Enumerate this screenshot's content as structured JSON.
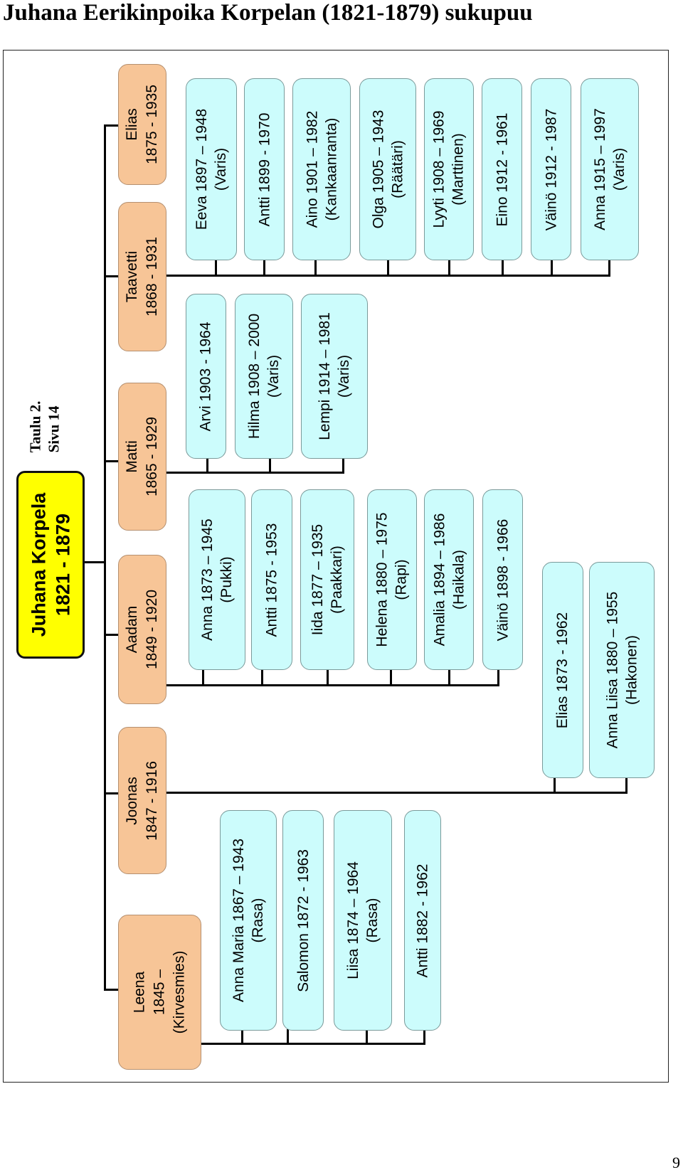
{
  "title": "Juhana Eerikinpoika Korpelan (1821-1879) sukupuu",
  "note": {
    "line1": "Taulu 2.",
    "line2": "Sivu 14"
  },
  "page_number": "9",
  "root": {
    "line1": "Juhana Korpela",
    "line2": "1821 - 1879"
  },
  "children": [
    {
      "line1": "Elias",
      "line2": "1875 - 1935"
    },
    {
      "line1": "Taavetti",
      "line2": "1868 - 1931"
    },
    {
      "line1": "Matti",
      "line2": "1865 - 1929"
    },
    {
      "line1": "Aadam",
      "line2": "1849 - 1920"
    },
    {
      "line1": "Joonas",
      "line2": "1847 - 1916"
    },
    {
      "line1": "Leena",
      "line2": "1845 –",
      "line3": "(Kirvesmies)"
    }
  ],
  "taavetti_children": [
    {
      "line1": "Eeva 1897 – 1948",
      "line2": "(Varis)"
    },
    {
      "line1": "Antti 1899 - 1970"
    },
    {
      "line1": "Aino 1901 – 1982",
      "line2": "(Kankaanranta)"
    },
    {
      "line1": "Olga 1905 – 1943",
      "line2": "(Räätäri)"
    },
    {
      "line1": "Lyyti 1908 – 1969",
      "line2": "(Marttinen)"
    },
    {
      "line1": "Eino 1912 - 1961"
    },
    {
      "line1": "Väinö 1912 - 1987"
    },
    {
      "line1": "Anna 1915 – 1997",
      "line2": "(Varis)"
    }
  ],
  "matti_children": [
    {
      "line1": "Arvi 1903 - 1964"
    },
    {
      "line1": "Hilma 1908 – 2000",
      "line2": "(Varis)"
    },
    {
      "line1": "Lempi 1914 – 1981",
      "line2": "(Varis)"
    }
  ],
  "aadam_children": [
    {
      "line1": "Anna 1873 – 1945",
      "line2": "(Pukki)"
    },
    {
      "line1": "Antti 1875 - 1953"
    },
    {
      "line1": "Iida 1877 – 1935",
      "line2": "(Paakkari)"
    },
    {
      "line1": "Helena 1880 – 1975",
      "line2": "(Rapi)"
    },
    {
      "line1": "Amalia 1894 – 1986",
      "line2": "(Haikala)"
    },
    {
      "line1": "Väinö 1898 - 1966"
    }
  ],
  "joonas_children": [
    {
      "line1": "Elias 1873 - 1962"
    },
    {
      "line1": "Anna Liisa 1880 – 1955",
      "line2": "(Hakonen)"
    }
  ],
  "leena_children": [
    {
      "line1": "Anna Maria 1867 – 1943",
      "line2": "(Rasa)"
    },
    {
      "line1": "Salomon 1872 - 1963"
    },
    {
      "line1": "Liisa 1874 – 1964",
      "line2": "(Rasa)"
    },
    {
      "line1": "Antti 1882 - 1962"
    }
  ],
  "colors": {
    "root": "#ffff00",
    "children": "#f7c597",
    "grandchildren": "#ccfcfc",
    "lines": "#000000"
  }
}
